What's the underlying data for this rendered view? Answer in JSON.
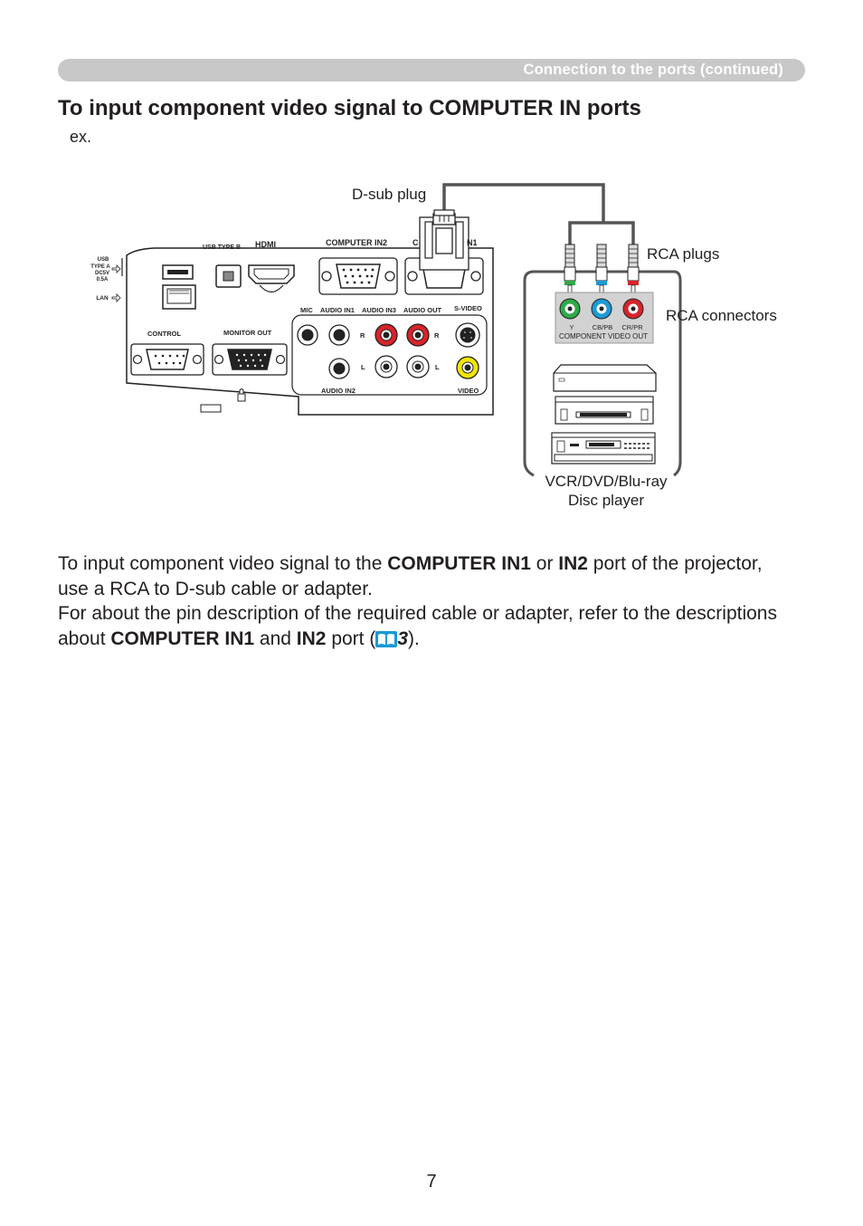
{
  "header": {
    "section": "Connection to the ports (continued)"
  },
  "title": "To input component video signal to COMPUTER IN ports",
  "example_label": "ex.",
  "diagram": {
    "callouts": {
      "dsub_plug": "D-sub plug",
      "rca_plugs": "RCA plugs",
      "rca_connectors": "RCA connectors",
      "player_line1": "VCR/DVD/Blu-ray",
      "player_line2": "Disc player"
    },
    "projector_ports": {
      "usb_type_a": [
        "USB",
        "TYPE A",
        "DC5V",
        "0.5A"
      ],
      "lan": "LAN",
      "usb_type_b": "USB TYPE B",
      "hdmi": "HDMI",
      "computer_in2": "COMPUTER IN2",
      "computer_in1_partial_left": "C",
      "computer_in1_partial_right": "N1",
      "mic": "MIC",
      "audio_in1": "AUDIO IN1",
      "audio_in3": "AUDIO IN3",
      "audio_out": "AUDIO OUT",
      "s_video": "S-VIDEO",
      "control": "CONTROL",
      "monitor_out": "MONITOR OUT",
      "r": "R",
      "l": "L",
      "audio_in2": "AUDIO IN2",
      "video": "VIDEO"
    },
    "component_out": {
      "y": "Y",
      "cb_pb": "CB/PB",
      "cr_pr": "CR/PR",
      "label": "COMPONENT VIDEO OUT"
    },
    "colors": {
      "green": "#2eaa4a",
      "blue": "#1a9ad6",
      "red": "#d8232a",
      "yellow": "#f2e500"
    }
  },
  "body": {
    "p1_a": "To input component video signal to the ",
    "p1_b": "COMPUTER IN1",
    "p1_c": " or ",
    "p1_d": "IN2",
    "p1_e": " port of the projector, use a RCA to D-sub cable or adapter.",
    "p2_a": "For about the pin description of the required cable or adapter, refer to the descriptions about ",
    "p2_b": "COMPUTER IN1",
    "p2_c": " and ",
    "p2_d": "IN2",
    "p2_e": " port (",
    "p2_ref": "3",
    "p2_f": ")."
  },
  "page_number": "7"
}
